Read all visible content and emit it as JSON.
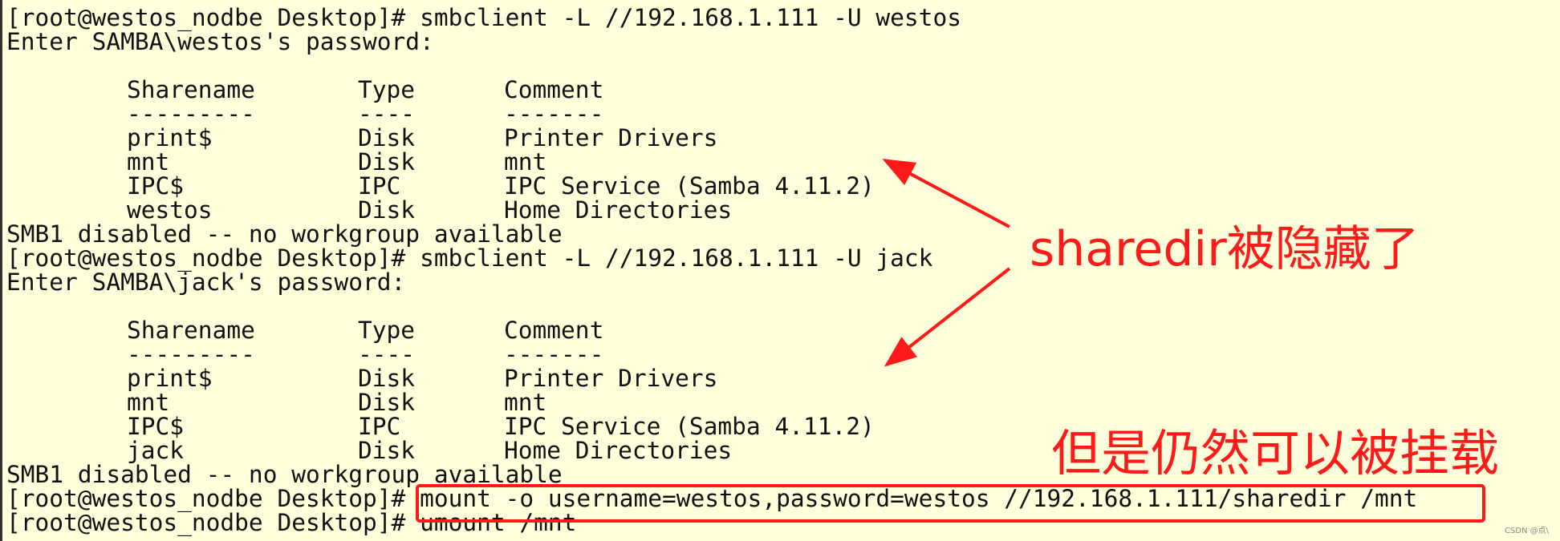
{
  "terminal": {
    "lines": [
      {
        "prompt": "[root@westos_nodbe Desktop]# ",
        "cmd": "smbclient -L //192.168.1.111 -U westos"
      },
      {
        "text": "Enter SAMBA\\westos's password:"
      },
      {
        "text": ""
      },
      {
        "share": [
          "Sharename",
          "Type",
          "Comment"
        ]
      },
      {
        "share": [
          "---------",
          "----",
          "-------"
        ]
      },
      {
        "share": [
          "print$",
          "Disk",
          "Printer Drivers"
        ]
      },
      {
        "share": [
          "mnt",
          "Disk",
          "mnt"
        ]
      },
      {
        "share": [
          "IPC$",
          "IPC",
          "IPC Service (Samba 4.11.2)"
        ]
      },
      {
        "share": [
          "westos",
          "Disk",
          "Home Directories"
        ]
      },
      {
        "text": "SMB1 disabled -- no workgroup available"
      },
      {
        "prompt": "[root@westos_nodbe Desktop]# ",
        "cmd": "smbclient -L //192.168.1.111 -U jack"
      },
      {
        "text": "Enter SAMBA\\jack's password:"
      },
      {
        "text": ""
      },
      {
        "share": [
          "Sharename",
          "Type",
          "Comment"
        ]
      },
      {
        "share": [
          "---------",
          "----",
          "-------"
        ]
      },
      {
        "share": [
          "print$",
          "Disk",
          "Printer Drivers"
        ]
      },
      {
        "share": [
          "mnt",
          "Disk",
          "mnt"
        ]
      },
      {
        "share": [
          "IPC$",
          "IPC",
          "IPC Service (Samba 4.11.2)"
        ]
      },
      {
        "share": [
          "jack",
          "Disk",
          "Home Directories"
        ]
      },
      {
        "text": "SMB1 disabled -- no workgroup available"
      },
      {
        "prompt": "[root@westos_nodbe Desktop]# ",
        "cmd": "mount -o username=westos,password=westos //192.168.1.111/sharedir /mnt"
      },
      {
        "prompt": "[root@westos_nodbe Desktop]# ",
        "cmd": "umount /mnt"
      }
    ]
  },
  "annotations": {
    "hidden_note": "sharedir被隐藏了",
    "mount_note": "但是仍然可以被挂载",
    "color": "#ff1a1a"
  },
  "watermark": "CSDN @点\\"
}
